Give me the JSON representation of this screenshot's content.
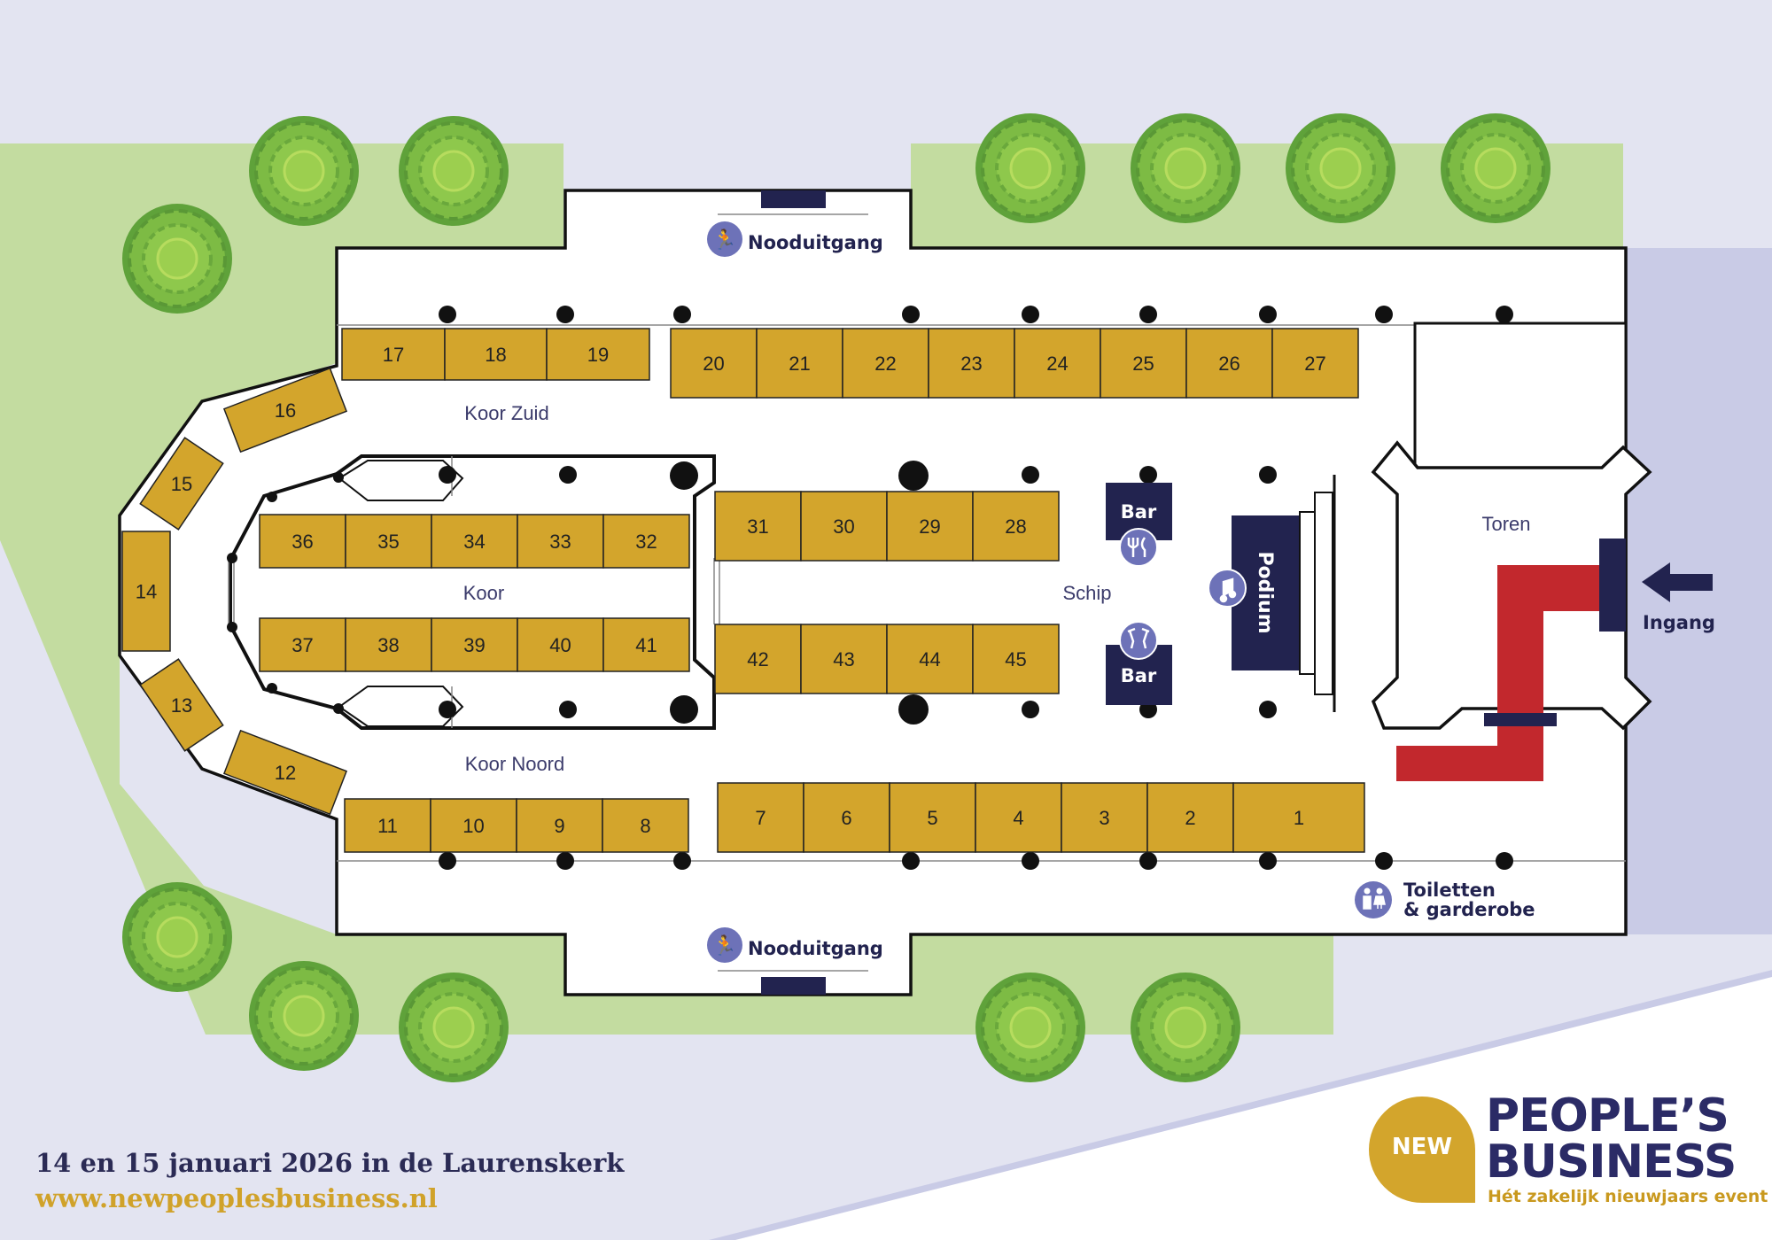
{
  "colors": {
    "background": "#e3e4f1",
    "grass": "#c3dca0",
    "street": "#c9cbe6",
    "booth": "#d3a52c",
    "wall": "#111111",
    "navy": "#22234f",
    "icon_circle": "#6d72b8",
    "entrance_path": "#c2282d",
    "text": "#3b3b6b",
    "url": "#d0a22a"
  },
  "areas": {
    "koor_zuid": "Koor Zuid",
    "koor": "Koor",
    "koor_noord": "Koor Noord",
    "schip": "Schip",
    "toren": "Toren"
  },
  "facilities": {
    "emergency_exit_top": "Nooduitgang",
    "emergency_exit_bottom": "Nooduitgang",
    "bar_top": "Bar",
    "bar_bottom": "Bar",
    "stage": "Podium",
    "entrance": "Ingang",
    "toilets_line1": "Toiletten",
    "toilets_line2": "& garderobe"
  },
  "booths": {
    "b1": "1",
    "b2": "2",
    "b3": "3",
    "b4": "4",
    "b5": "5",
    "b6": "6",
    "b7": "7",
    "b8": "8",
    "b9": "9",
    "b10": "10",
    "b11": "11",
    "b12": "12",
    "b13": "13",
    "b14": "14",
    "b15": "15",
    "b16": "16",
    "b17": "17",
    "b18": "18",
    "b19": "19",
    "b20": "20",
    "b21": "21",
    "b22": "22",
    "b23": "23",
    "b24": "24",
    "b25": "25",
    "b26": "26",
    "b27": "27",
    "b28": "28",
    "b29": "29",
    "b30": "30",
    "b31": "31",
    "b32": "32",
    "b33": "33",
    "b34": "34",
    "b35": "35",
    "b36": "36",
    "b37": "37",
    "b38": "38",
    "b39": "39",
    "b40": "40",
    "b41": "41",
    "b42": "42",
    "b43": "43",
    "b44": "44",
    "b45": "45"
  },
  "icons": {
    "exit": "running-person-icon",
    "bar_food": "cutlery-icon",
    "bar_drinks": "wine-glasses-icon",
    "stage": "music-note-icon",
    "toilets": "restroom-icon",
    "entrance": "arrow-left-icon"
  },
  "footer": {
    "date": "14 en 15 januari 2026 in de Laurenskerk",
    "url": "www.newpeoplesbusiness.nl"
  },
  "logo": {
    "badge": "NEW",
    "line1": "PEOPLE’S",
    "line2": "BUSINESS",
    "tagline": "Hét zakelijk nieuwjaars event"
  }
}
